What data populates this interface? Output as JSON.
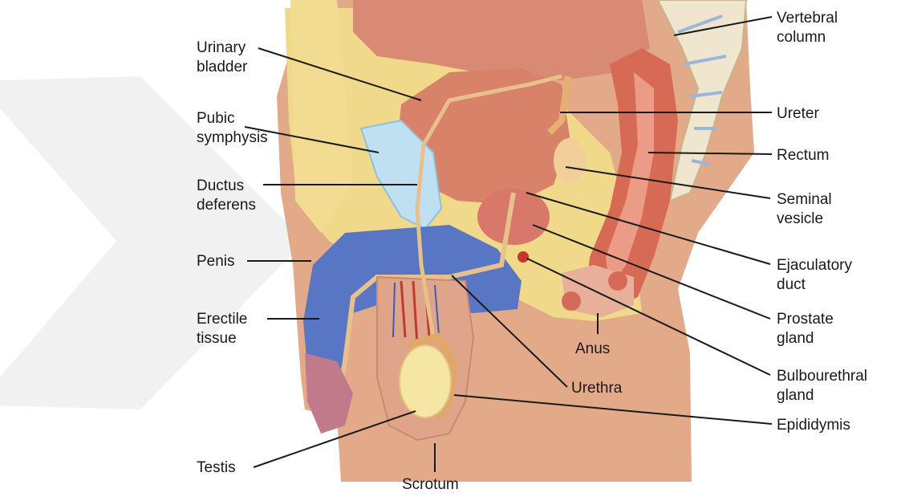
{
  "labels": {
    "urinary_bladder": [
      "Urinary",
      "bladder"
    ],
    "pubic_symphysis": [
      "Pubic",
      "symphysis"
    ],
    "ductus_deferens": [
      "Ductus",
      "deferens"
    ],
    "penis": [
      "Penis"
    ],
    "erectile_tissue": [
      "Erectile",
      "tissue"
    ],
    "testis": [
      "Testis"
    ],
    "scrotum": [
      "Scrotum"
    ],
    "urethra": [
      "Urethra"
    ],
    "anus": [
      "Anus"
    ],
    "vertebral_column": [
      "Vertebral",
      "column"
    ],
    "ureter": [
      "Ureter"
    ],
    "rectum": [
      "Rectum"
    ],
    "seminal_vesicle": [
      "Seminal",
      "vesicle"
    ],
    "ejaculatory_duct": [
      "Ejaculatory",
      "duct"
    ],
    "prostate_gland": [
      "Prostate",
      "gland"
    ],
    "bulbourethral_gland": [
      "Bulbourethral",
      "gland"
    ],
    "epididymis": [
      "Epididymis"
    ]
  },
  "colors": {
    "skin": "#e2a988",
    "fat": "#f1d98a",
    "bladder": "#d9826a",
    "erectile": "#5876c4",
    "testis": "#f6e6a6",
    "rectum": "#d66a55",
    "pubic": "#bfe0f0",
    "watermark": "#ececec"
  }
}
